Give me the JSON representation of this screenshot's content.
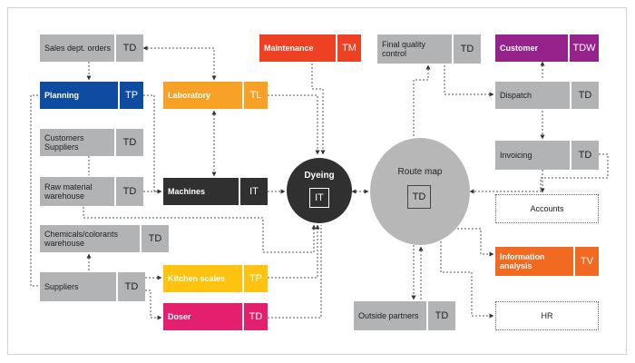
{
  "colors": {
    "grey": "#b2b3b5",
    "navy": "#0d4c9e",
    "orange": "#f7a226",
    "red": "#ee4023",
    "purple": "#96238c",
    "yellow": "#fdc30f",
    "magenta": "#e41f6d",
    "deep_orange": "#f26a22",
    "dark": "#303030",
    "route_grey": "#b7b7b7"
  },
  "nodes": {
    "sales": {
      "label": "Sales dept. orders",
      "code": "TD"
    },
    "planning": {
      "label": "Planning",
      "code": "TP"
    },
    "laboratory": {
      "label": "Laboratory",
      "code": "TL"
    },
    "maintenance": {
      "label": "Maintenance",
      "code": "TM"
    },
    "final_quality": {
      "label": "Final quality control",
      "code": "TD"
    },
    "customer": {
      "label": "Customer",
      "code": "TDW"
    },
    "dispatch": {
      "label": "Dispatch",
      "code": "TD"
    },
    "customers_suppliers": {
      "label": "Customers Suppliers",
      "code": "TD"
    },
    "invoicing": {
      "label": "Invoicing",
      "code": "TD"
    },
    "raw_material": {
      "label": "Raw material warehouse",
      "code": "TD"
    },
    "machines": {
      "label": "Machines",
      "code": "IT"
    },
    "accounts": {
      "label": "Accounts"
    },
    "chemicals": {
      "label": "Chemicals/colorants warehouse",
      "code": "TD"
    },
    "information": {
      "label": "Information analysis",
      "code": "TV"
    },
    "suppliers": {
      "label": "Suppliers",
      "code": "TD"
    },
    "kitchen": {
      "label": "Kitchen scales",
      "code": "TP"
    },
    "doser": {
      "label": "Doser",
      "code": "TD"
    },
    "outside": {
      "label": "Outside partners",
      "code": "TD"
    },
    "hr": {
      "label": "HR"
    }
  },
  "dyeing": {
    "title": "Dyeing",
    "code": "IT"
  },
  "route_map": {
    "title": "Route map",
    "code": "TD"
  }
}
